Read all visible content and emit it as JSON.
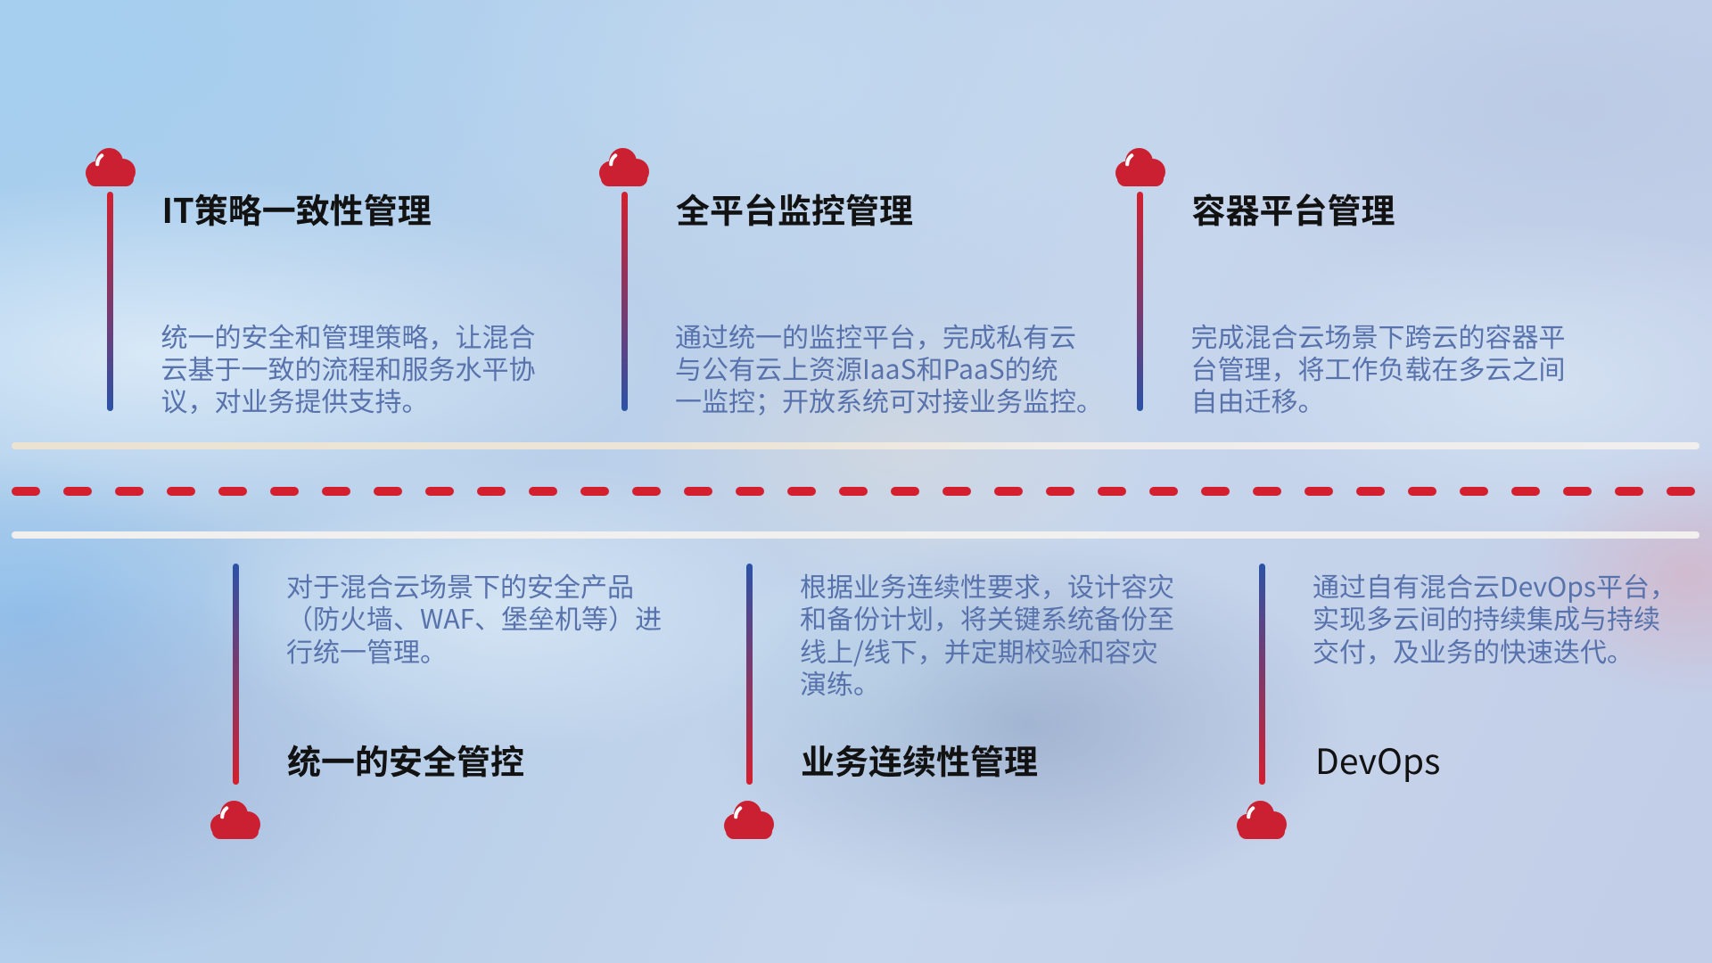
{
  "slide": {
    "type": "hybrid-cloud-capabilities-roadmap",
    "accent_red": "#d41f2f",
    "accent_blue": "#2b52a6",
    "title_color": "#121212",
    "description_color": "#5872ac",
    "road": {
      "lane_line_color": "#ededed",
      "dash_color": "#d41f2f"
    }
  },
  "panels": [
    {
      "id": "it-policy-consistency",
      "row": "top",
      "icon": "cloud-icon",
      "title": "IT策略一致性管理",
      "description_lines": [
        "统一的安全和管理策略，让混合",
        "云基于一致的流程和服务水平协",
        "议，对业务提供支持。"
      ]
    },
    {
      "id": "full-platform-monitoring",
      "row": "top",
      "icon": "cloud-icon",
      "title": "全平台监控管理",
      "description_lines": [
        "通过统一的监控平台，完成私有云",
        "与公有云上资源IaaS和PaaS的统",
        "一监控；开放系统可对接业务监控。"
      ]
    },
    {
      "id": "container-platform-mgmt",
      "row": "top",
      "icon": "cloud-icon",
      "title": "容器平台管理",
      "description_lines": [
        "完成混合云场景下跨云的容器平",
        "台管理，将工作负载在多云之间",
        "自由迁移。"
      ]
    },
    {
      "id": "unified-security-control",
      "row": "bottom",
      "icon": "cloud-icon",
      "title": "统一的安全管控",
      "description_lines": [
        "对于混合云场景下的安全产品",
        "（防火墙、WAF、堡垒机等）进",
        "行统一管理。"
      ]
    },
    {
      "id": "business-continuity-mgmt",
      "row": "bottom",
      "icon": "cloud-icon",
      "title": "业务连续性管理",
      "description_lines": [
        "根据业务连续性要求，设计容灾",
        "和备份计划，将关键系统备份至",
        "线上/线下，并定期校验和容灾",
        "演练。"
      ]
    },
    {
      "id": "devops",
      "row": "bottom",
      "icon": "cloud-icon",
      "title": "DevOps",
      "description_lines": [
        "通过自有混合云DevOps平台，",
        "实现多云间的持续集成与持续",
        "交付，及业务的快速迭代。"
      ]
    }
  ]
}
